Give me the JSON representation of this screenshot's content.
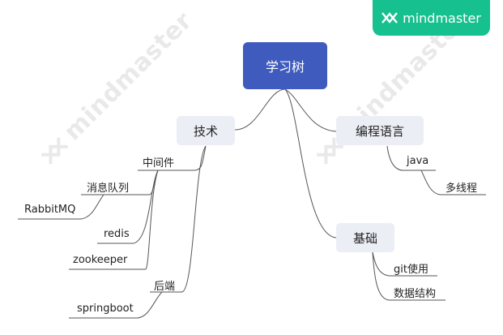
{
  "brand": {
    "name": "mindmaster"
  },
  "watermark": {
    "text": "mindmaster"
  },
  "central": {
    "label": "学习树"
  },
  "branches": {
    "tech": {
      "label": "技术",
      "middleware": {
        "label": "中间件",
        "mq": {
          "label": "消息队列",
          "rabbitmq": "RabbitMQ"
        },
        "redis": "redis",
        "zookeeper": "zookeeper"
      },
      "backend": {
        "label": "后端",
        "springboot": "springboot"
      }
    },
    "lang": {
      "label": "编程语言",
      "java": {
        "label": "java",
        "multithread": "多线程"
      }
    },
    "basics": {
      "label": "基础",
      "git": "git使用",
      "ds": "数据结构"
    }
  },
  "colors": {
    "central": "#3f5bbd",
    "main_node": "#eceef5",
    "line": "#555555",
    "brand": "#17c08f"
  }
}
